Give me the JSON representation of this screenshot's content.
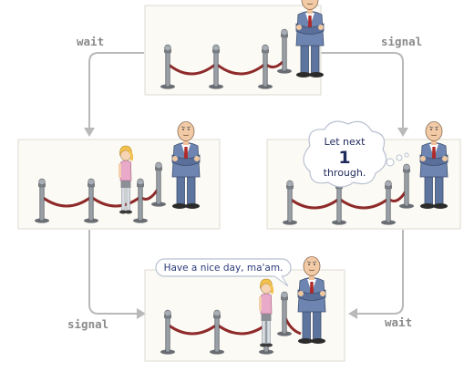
{
  "edges": {
    "top_left": "wait",
    "top_right": "signal",
    "bottom_left": "signal",
    "bottom_right": "wait"
  },
  "thought_bubble": {
    "line1": "Let next",
    "number": "1",
    "line3": "through."
  },
  "speech_bubble": {
    "text": "Have a nice day, ma'am."
  },
  "colors": {
    "rope": "#8e2a2a",
    "post": "#8a8f96",
    "suit": "#6d85b0",
    "woman_shirt": "#e9a9c8",
    "woman_hair": "#f2c14e",
    "panel_bg": "#fbfaf4",
    "arrow": "#b9b9b9"
  },
  "icons": {
    "posts": "stanchion-post-icon",
    "rope": "velvet-rope-icon",
    "guard": "bouncer-figure",
    "patron": "woman-figure"
  }
}
